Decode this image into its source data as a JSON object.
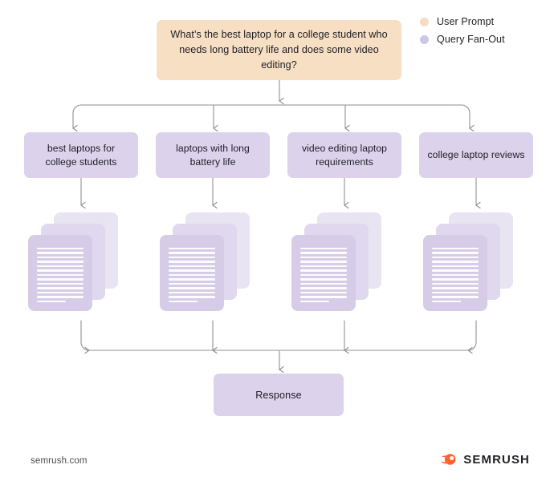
{
  "legend": {
    "items": [
      {
        "label": "User Prompt",
        "color": "#F5DCC0",
        "swatch_name": "legend-swatch-user-prompt"
      },
      {
        "label": "Query Fan-Out",
        "color": "#CFC6E4",
        "swatch_name": "legend-swatch-query-fanout"
      }
    ]
  },
  "prompt": {
    "text": "What’s the best laptop for a college student who needs long battery life and does some video editing?",
    "color": "#F7DFC4"
  },
  "queries": [
    {
      "label": "best laptops for college students"
    },
    {
      "label": "laptops with long battery life"
    },
    {
      "label": "video editing laptop requirements"
    },
    {
      "label": "college laptop reviews"
    }
  ],
  "document_stacks": {
    "count": 4,
    "cards_per_stack": 3,
    "text_lines_per_card": 13,
    "colors": {
      "back": "#E9E4F2",
      "middle": "#DFD8EE",
      "front": "#D6CCE8"
    }
  },
  "response": {
    "label": "Response",
    "color": "#DCD2EC"
  },
  "footer": {
    "url": "semrush.com",
    "brand": "SEMRUSH",
    "brand_icon": "semrush-comet-icon",
    "brand_color": "#FF642D"
  },
  "connectors": {
    "color": "#8f8f99",
    "fan_out_label": "fan-out-connectors",
    "fan_in_label": "fan-in-connectors"
  }
}
